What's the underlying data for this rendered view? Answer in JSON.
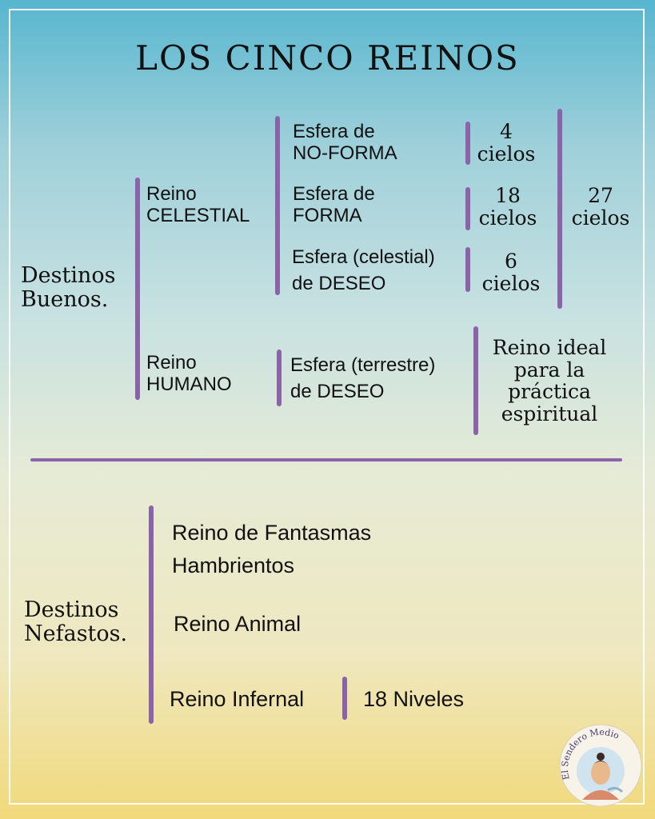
{
  "title": "LOS CINCO REINOS",
  "good": {
    "label_line1": "Destinos",
    "label_line2": "Buenos.",
    "celestial": {
      "line1": "Reino",
      "line2": "CELESTIAL",
      "spheres": [
        {
          "line1": "Esfera de",
          "line2": "NO-FORMA",
          "count1": "4",
          "count2": "cielos"
        },
        {
          "line1": "Esfera de",
          "line2": "FORMA",
          "count1": "18",
          "count2": "cielos"
        },
        {
          "line1": "Esfera (celestial)",
          "line2": "de DESEO",
          "count1": "6",
          "count2": "cielos"
        }
      ],
      "total1": "27",
      "total2": "cielos"
    },
    "human": {
      "line1": "Reino",
      "line2": "HUMANO",
      "sphere1": "Esfera (terrestre)",
      "sphere2": "de DESEO",
      "note1": "Reino ideal",
      "note2": "para la",
      "note3": "práctica",
      "note4": "espiritual"
    }
  },
  "bad": {
    "label_line1": "Destinos",
    "label_line2": "Nefastos.",
    "ghosts1": "Reino de Fantasmas",
    "ghosts2": "Hambrientos",
    "animal": "Reino Animal",
    "hell": "Reino Infernal",
    "hell_levels": "18 Niveles"
  },
  "logo_text": "El Sendero Medio",
  "colors": {
    "accent": "#8b63a9"
  }
}
